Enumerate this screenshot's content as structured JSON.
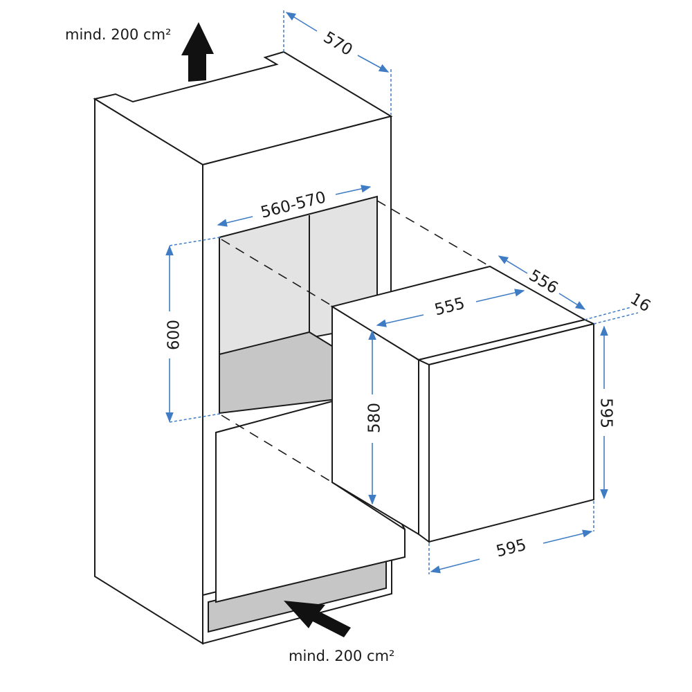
{
  "notes": {
    "top_ventilation": "mind. 200 cm²",
    "bottom_ventilation": "mind. 200 cm²"
  },
  "dimensions": {
    "cabinet_depth": "570",
    "niche_width": "560-570",
    "niche_height": "600",
    "appliance_width": "555",
    "appliance_depth": "556",
    "door_thickness": "16",
    "appliance_height": "580",
    "door_height": "595",
    "door_width": "595"
  },
  "colors": {
    "dimension_line": "#3f7cc4",
    "niche_wall": "#e3e3e3",
    "niche_floor": "#c6c6c6"
  }
}
